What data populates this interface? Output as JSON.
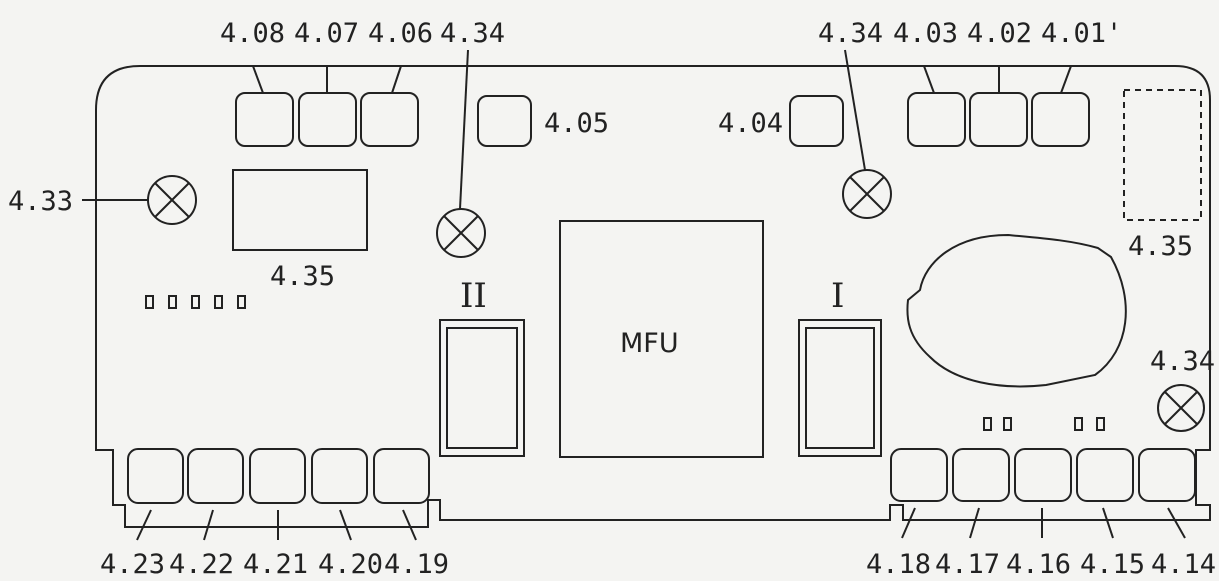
{
  "top_labels": {
    "l408": "4.08",
    "l407": "4.07",
    "l406": "4.06",
    "l434a": "4.34",
    "l405": "4.05",
    "l404": "4.04",
    "l434b": "4.34",
    "l403": "4.03",
    "l402": "4.02",
    "l401": "4.01'"
  },
  "side_labels": {
    "l433": "4.33",
    "l435a": "4.35",
    "l435b": "4.35",
    "l434c": "4.34"
  },
  "center": {
    "mfu": "MFU",
    "slot_left": "II",
    "slot_right": "I"
  },
  "bottom_labels": {
    "l423": "4.23",
    "l422": "4.22",
    "l421": "4.21",
    "l420": "4.20",
    "l419": "4.19",
    "l418": "4.18",
    "l417": "4.17",
    "l416": "4.16",
    "l415": "4.15",
    "l414": "4.14"
  }
}
